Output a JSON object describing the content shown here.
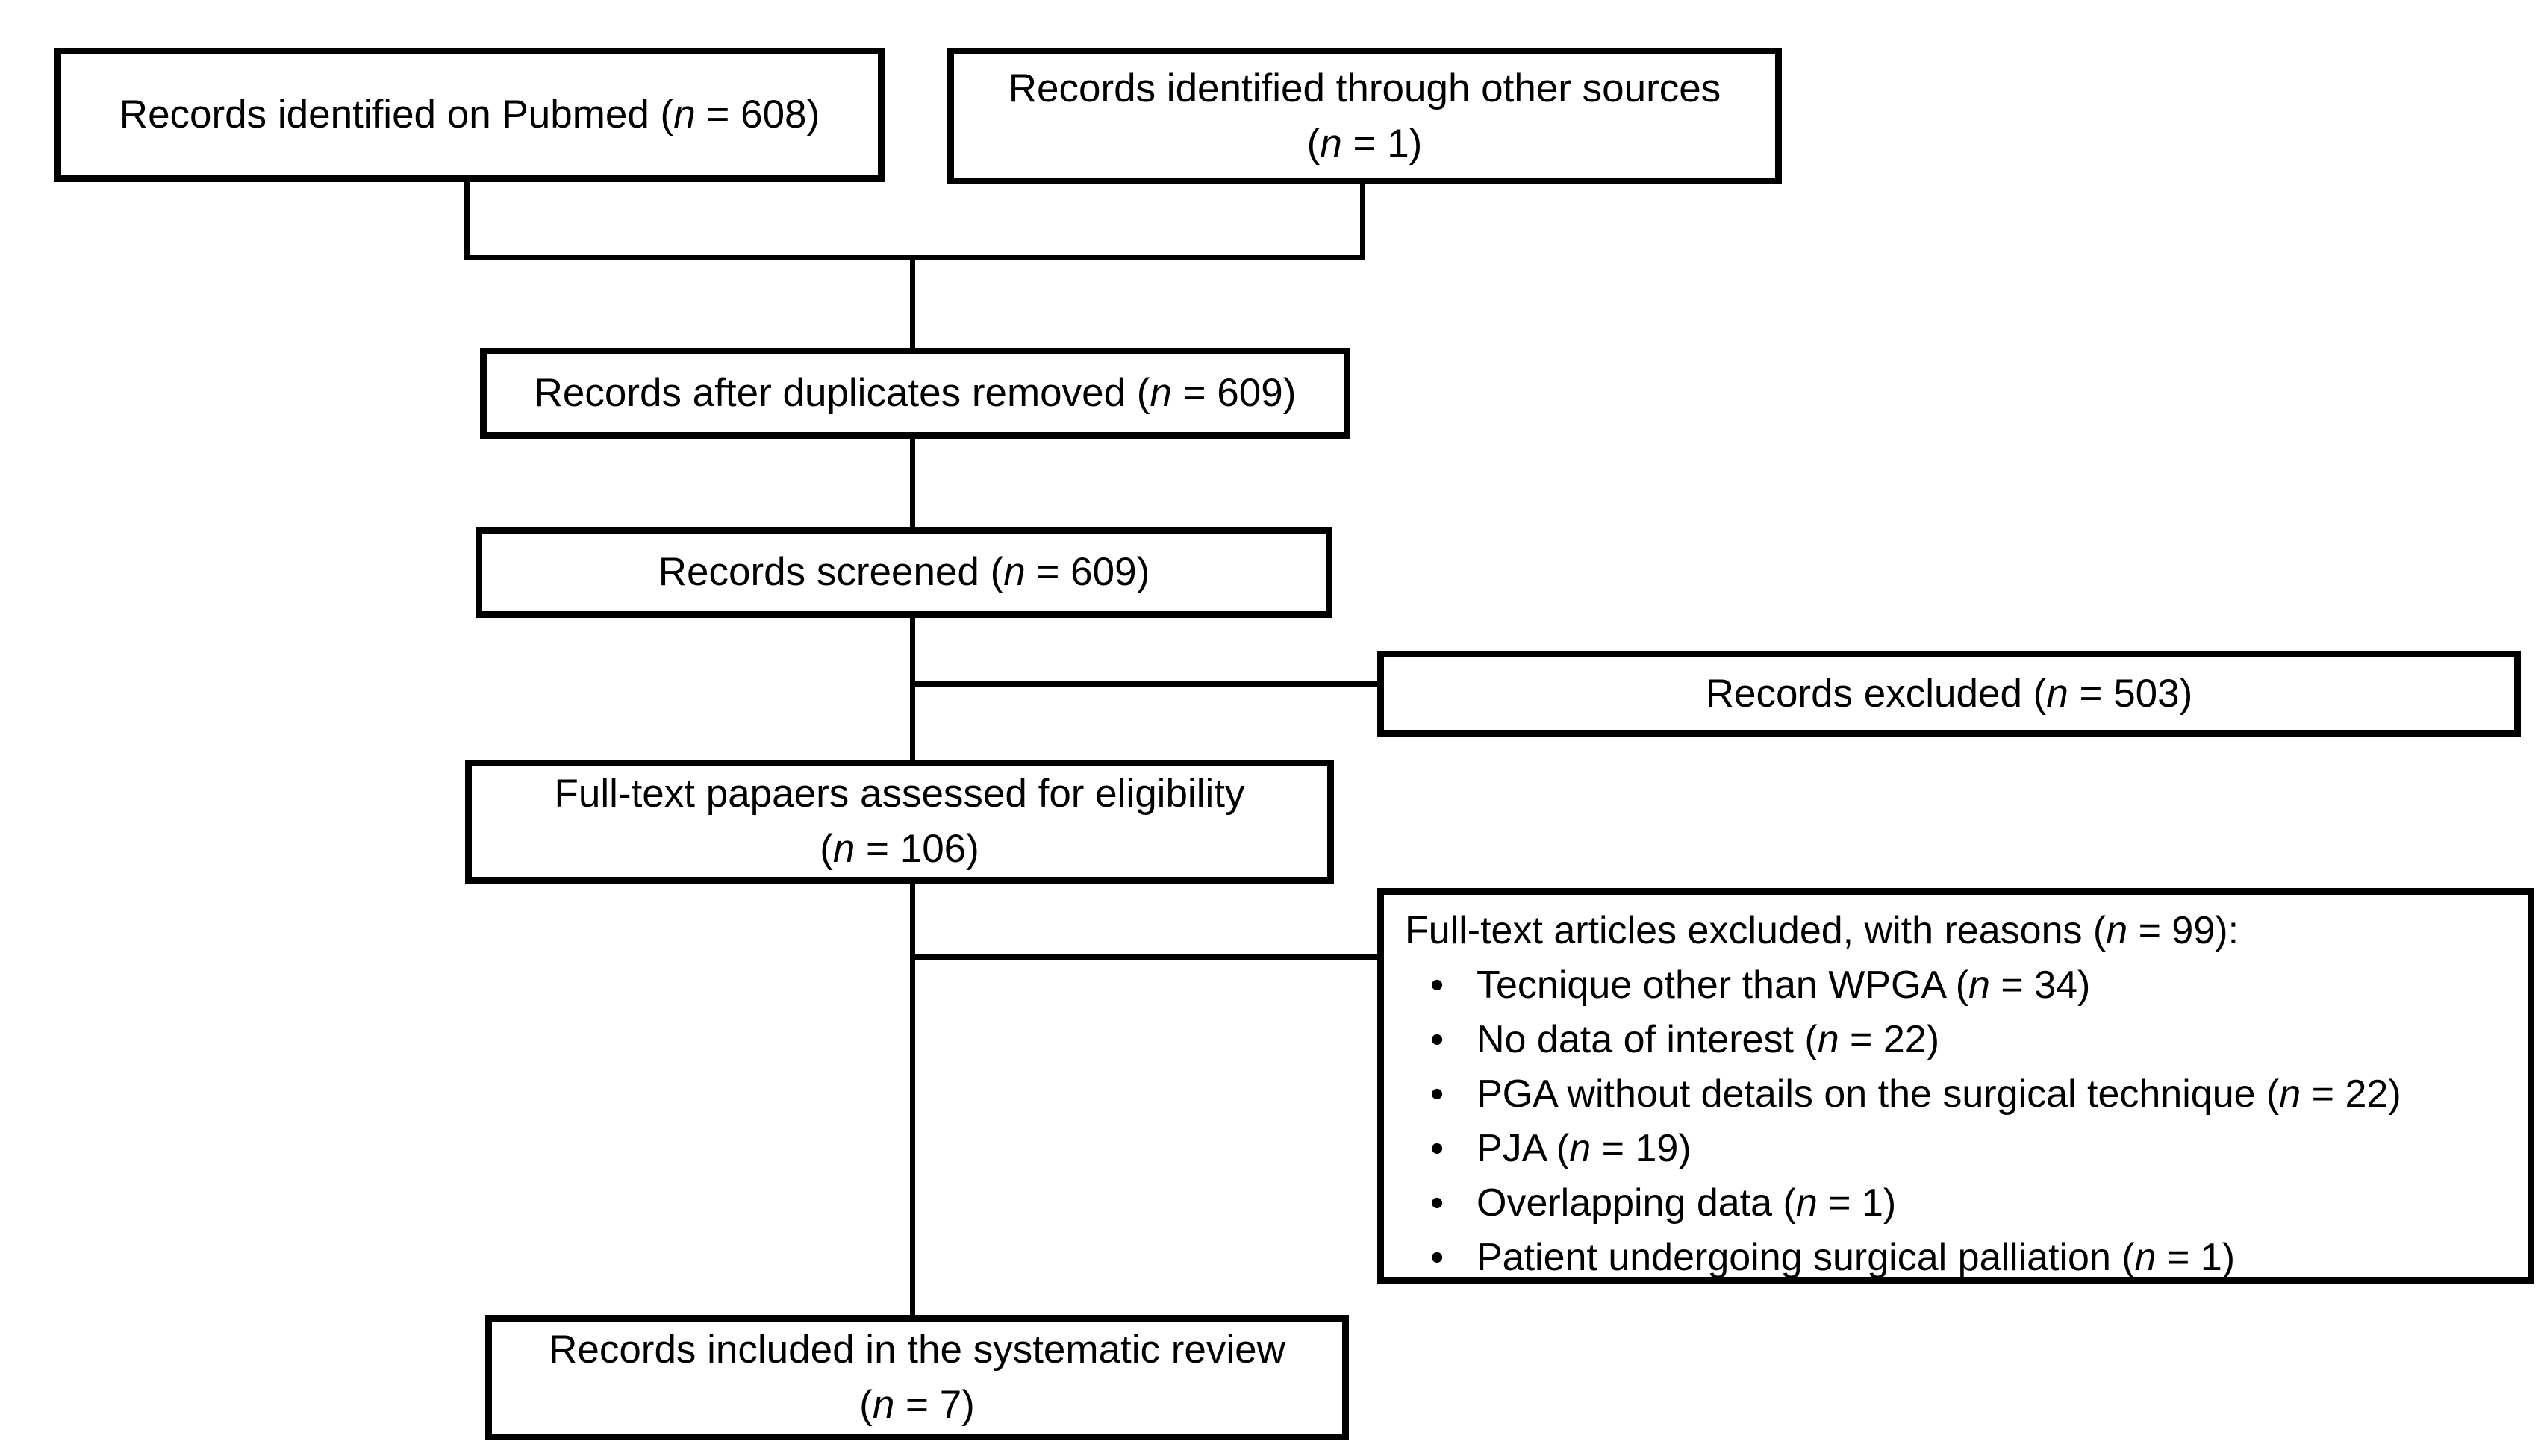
{
  "figure": {
    "background_color": "#ffffff",
    "line_color": "#000000",
    "text_color": "#000000"
  },
  "boxes": {
    "pubmed": {
      "lines": [
        "Records identified on Pubmed (n = 608)"
      ]
    },
    "other_sources": {
      "lines": [
        "Records identified through other sources",
        "(n = 1)"
      ]
    },
    "duplicates_removed": {
      "lines": [
        "Records after duplicates removed (n = 609)"
      ]
    },
    "screened": {
      "lines": [
        "Records screened (n = 609)"
      ]
    },
    "records_excluded": {
      "lines": [
        "Records excluded (n = 503)"
      ]
    },
    "fulltext_assessed": {
      "lines": [
        "Full-text papaers assessed for eligibility",
        "(n = 106)"
      ]
    },
    "fulltext_excluded": {
      "heading": "Full-text articles excluded, with reasons (n = 99):",
      "reasons": [
        "Tecnique other than WPGA (n = 34)",
        "No data of interest (n = 22)",
        "PGA without details on the surgical technique (n = 22)",
        "PJA (n = 19)",
        "Overlapping data (n = 1)",
        "Patient undergoing surgical palliation (n = 1)"
      ]
    },
    "included": {
      "lines": [
        "Records included in the systematic review",
        "(n = 7)"
      ]
    }
  }
}
